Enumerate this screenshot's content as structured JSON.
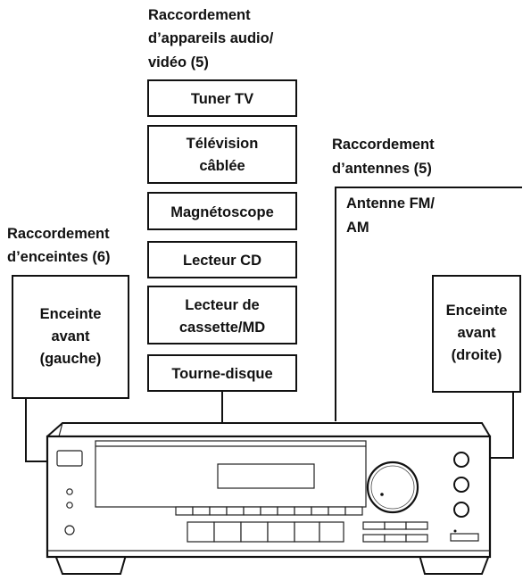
{
  "section_av": {
    "heading": [
      "Raccordement",
      "d’appareils audio/",
      "vidéo (5)"
    ],
    "devices": [
      {
        "lines": [
          "Tuner TV"
        ]
      },
      {
        "lines": [
          "Télévision",
          "câblée"
        ]
      },
      {
        "lines": [
          "Magnétoscope"
        ]
      },
      {
        "lines": [
          "Lecteur CD"
        ]
      },
      {
        "lines": [
          "Lecteur de",
          "cassette/MD"
        ]
      },
      {
        "lines": [
          "Tourne-disque"
        ]
      }
    ]
  },
  "section_antennas": {
    "heading": [
      "Raccordement",
      "d’antennes (5)"
    ],
    "antenna": [
      "Antenne FM/",
      "AM"
    ]
  },
  "section_speakers": {
    "heading": [
      "Raccordement",
      "d’enceintes (6)"
    ],
    "left": [
      "Enceinte",
      "avant",
      "(gauche)"
    ],
    "right": [
      "Enceinte",
      "avant",
      "(droite)"
    ]
  }
}
